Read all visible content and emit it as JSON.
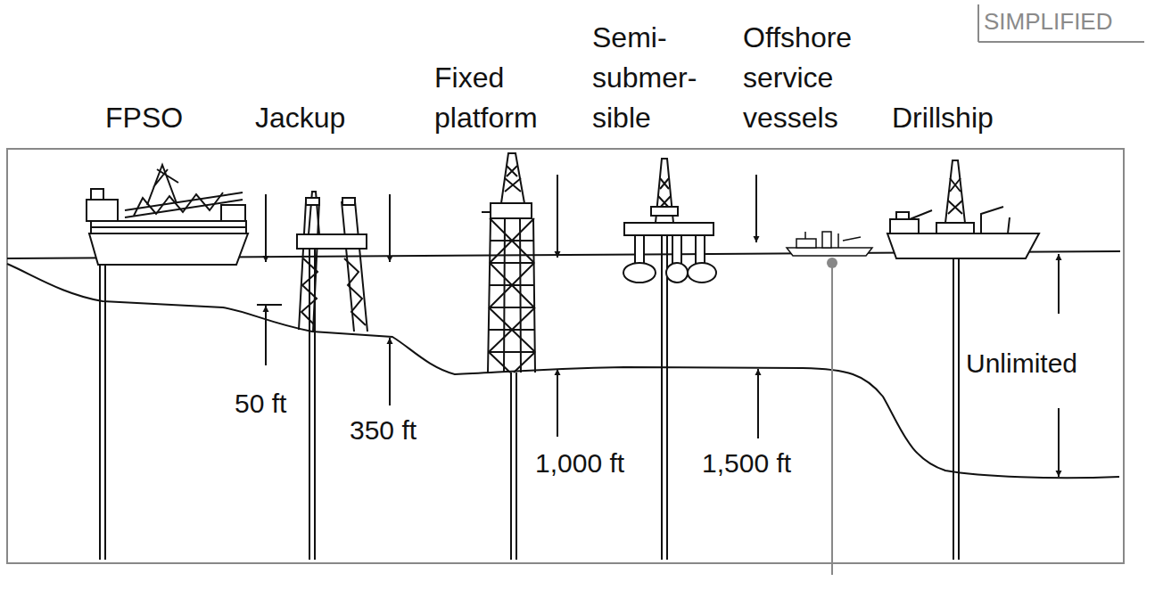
{
  "diagram": {
    "labels": [
      "SIMPLIFIED",
      "FPSO",
      "Jackup",
      "Fixed platform",
      "Semi- submer- sible",
      "Offshore service vessels",
      "Drillship",
      "50 ft",
      "350 ft",
      "1,000 ft",
      "1,500 ft",
      "Unlimited"
    ]
  }
}
